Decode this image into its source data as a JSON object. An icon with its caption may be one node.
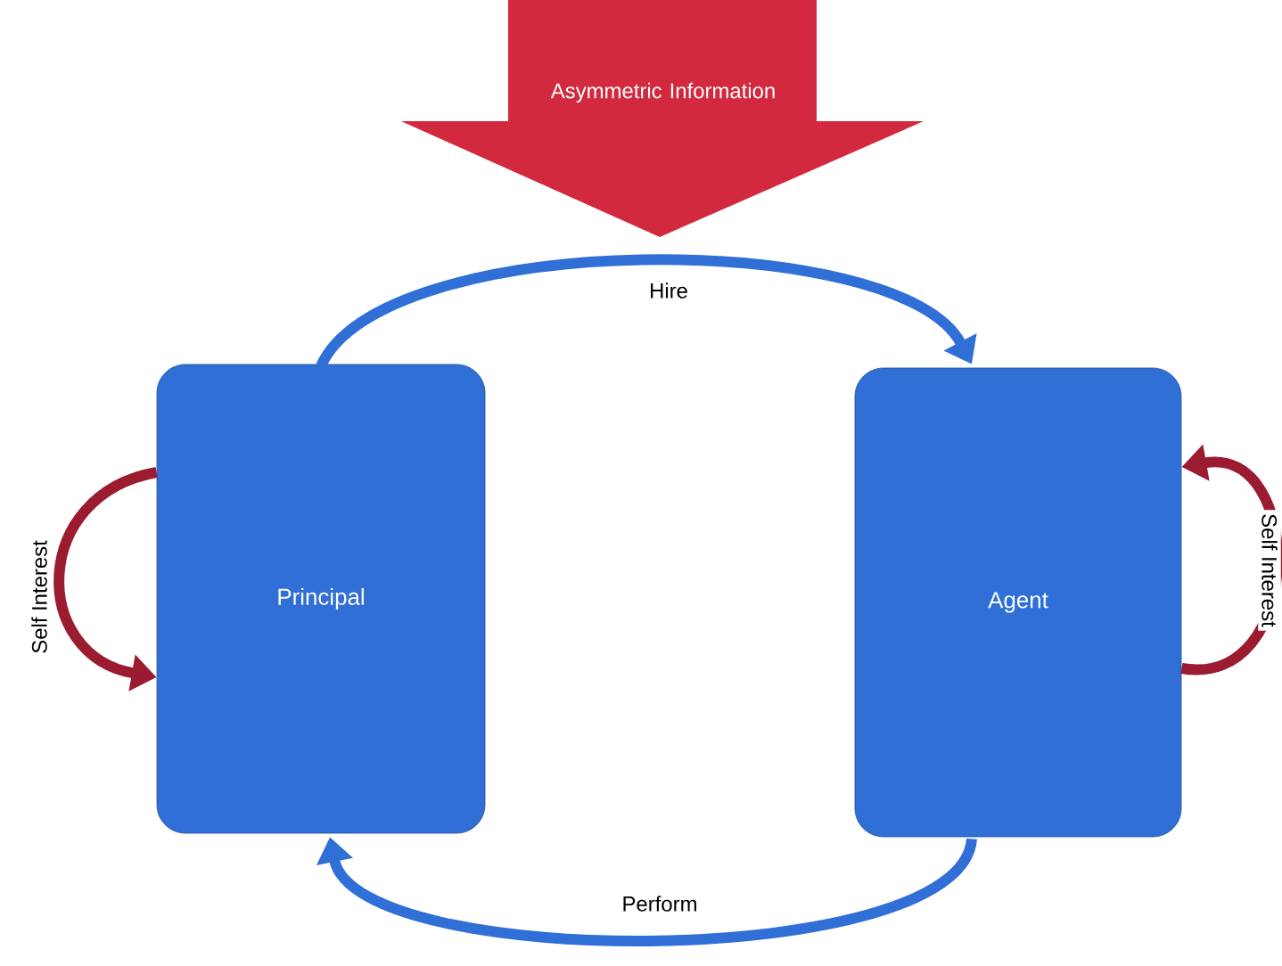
{
  "diagram": {
    "nodes": [
      {
        "text": [
          "Asymmetric Information"
        ]
      },
      {
        "text": [
          "Principal"
        ]
      },
      {
        "text": [
          "Agent"
        ]
      }
    ],
    "edges": [
      {
        "from": 1,
        "to": 2,
        "arrow": "to",
        "label": "Hire",
        "color": "#2f6fd6"
      },
      {
        "from": 2,
        "to": 1,
        "arrow": "to",
        "label": "Perform",
        "color": "#2f6fd6"
      },
      {
        "from": 1,
        "to": 1,
        "arrow": "to",
        "label": "Self Interest",
        "color": "#9b1b30"
      },
      {
        "from": 2,
        "to": 2,
        "arrow": "to",
        "label": "Self Interest",
        "color": "#9b1b30"
      }
    ]
  }
}
